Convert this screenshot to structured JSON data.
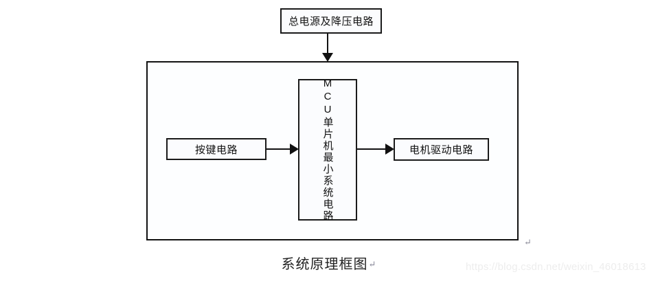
{
  "diagram": {
    "caption": "系统原理框图",
    "caption_mark": "↵",
    "stray_mark": "↵",
    "nodes": [
      {
        "id": "power",
        "label": "总电源及降压电路",
        "orientation": "horizontal"
      },
      {
        "id": "key",
        "label": "按键电路",
        "orientation": "horizontal"
      },
      {
        "id": "mcu",
        "label": "MCU单片机最小系统电路",
        "orientation": "vertical"
      },
      {
        "id": "motor",
        "label": "电机驱动电路",
        "orientation": "horizontal"
      }
    ],
    "connections": [
      {
        "from": "power",
        "to": "frame",
        "direction": "down"
      },
      {
        "from": "key",
        "to": "mcu",
        "direction": "right"
      },
      {
        "from": "mcu",
        "to": "motor",
        "direction": "right"
      }
    ],
    "colors": {
      "stroke": "#111111",
      "fill": "#fbfcfe",
      "background": "#ffffff",
      "caption_text": "#222222",
      "watermark": "#ededed"
    }
  },
  "watermark": {
    "text": "https://blog.csdn.net/weixin_46018613"
  }
}
